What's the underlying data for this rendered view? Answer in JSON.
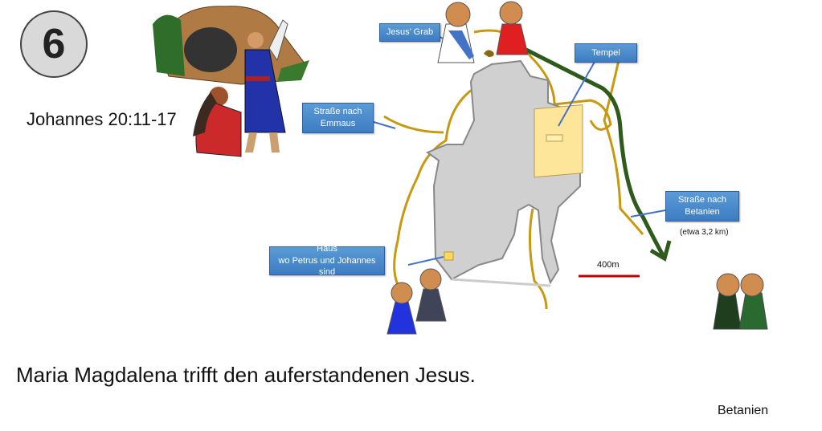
{
  "slide_number": "6",
  "reference": "Johannes 20:11-17",
  "caption": "Maria Magdalena trifft den auferstandenen Jesus.",
  "destination": "Betanien",
  "map": {
    "labels": {
      "grave": "Jesus’ Grab",
      "temple": "Tempel",
      "road_emmaus_1": "Straße nach",
      "road_emmaus_2": "Emmaus",
      "road_bethany_1": "Straße nach",
      "road_bethany_2": "Betanien",
      "house_1": "Haus",
      "house_2": "wo Petrus und Johannes sind"
    },
    "distance_note": "(etwa 3,2 km)",
    "scale": "400m"
  },
  "colors": {
    "road": "#c8980f",
    "city": "#d0d0d0",
    "route": "#2e5a1c",
    "label": "#4a8ccc",
    "scale_bar": "#c00000"
  }
}
